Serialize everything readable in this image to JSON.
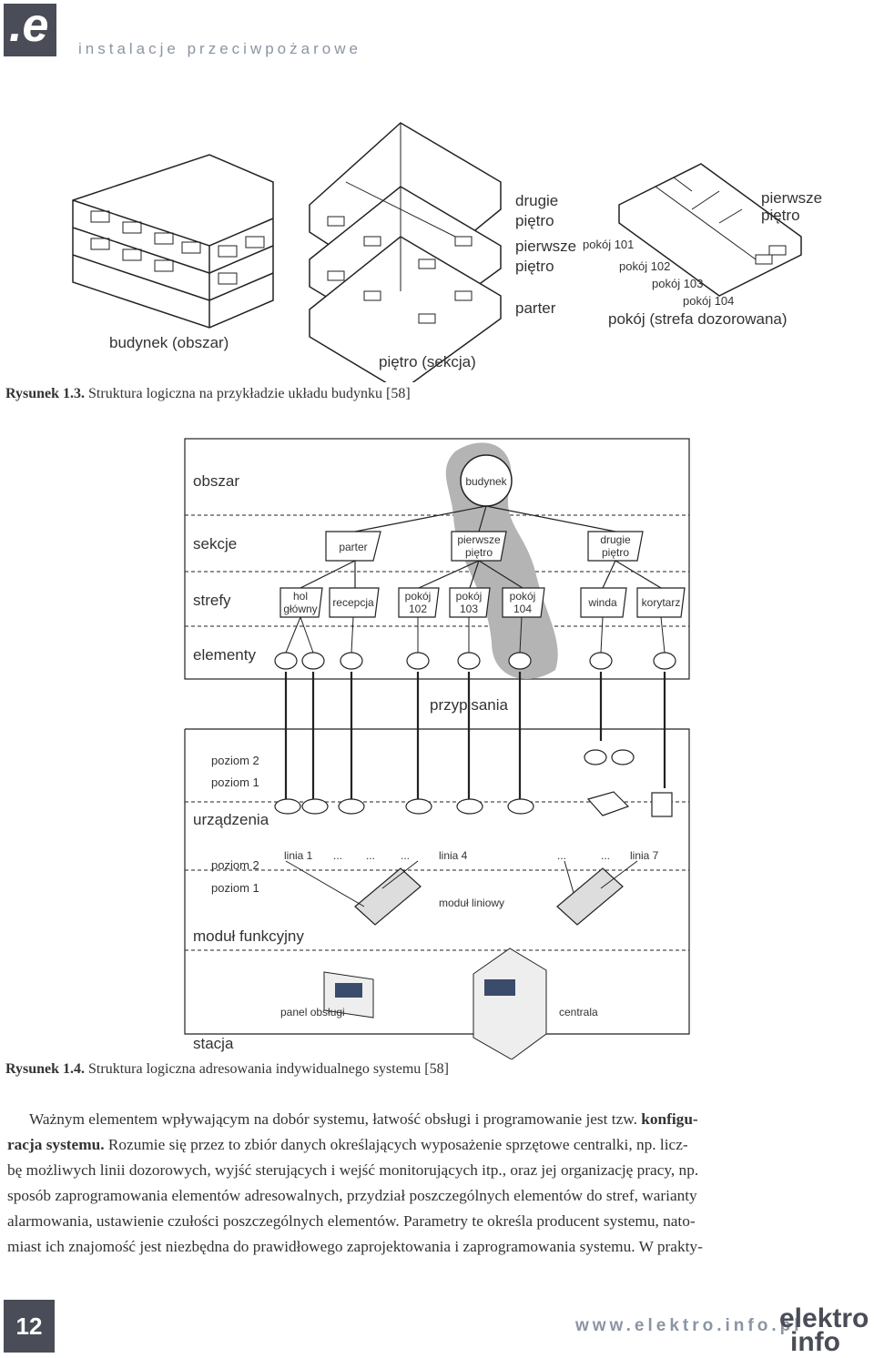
{
  "header": {
    "logo_letter": ".e",
    "title": "instalacje przeciwpożarowe"
  },
  "figure13": {
    "labels": {
      "budynek": "budynek (obszar)",
      "pietro": "piętro (sekcja)",
      "drugie": [
        "drugie",
        "piętro"
      ],
      "pierwsze": [
        "pierwsze",
        "piętro"
      ],
      "parter": "parter",
      "pierwsze_r": [
        "pierwsze",
        "piętro"
      ],
      "pokoj101": "pokój 101",
      "pokoj102": "pokój 102",
      "pokoj103": "pokój 103",
      "pokoj104": "pokój 104",
      "strefa": "pokój (strefa dozorowana)"
    },
    "caption_prefix": "Rysunek 1.3.",
    "caption_text": "Struktura logiczna na przykładzie układu budynku [58]"
  },
  "figure14": {
    "rows": {
      "obszar": "obszar",
      "sekcje": "sekcje",
      "strefy": "strefy",
      "elementy": "elementy",
      "przypisania": "przypisania",
      "urzadzenia_poziom2": "poziom 2",
      "urzadzenia_poziom1": "poziom 1",
      "urzadzenia": "urządzenia",
      "modul_poziom2": "poziom 2",
      "modul_poziom1": "poziom 1",
      "modul": "moduł funkcyjny",
      "stacja": "stacja"
    },
    "nodes": {
      "budynek": "budynek",
      "parter": "parter",
      "pierwsze": [
        "pierwsze",
        "piętro"
      ],
      "drugie": [
        "drugie",
        "piętro"
      ],
      "hol": [
        "hol",
        "główny"
      ],
      "recepcja": "recepcja",
      "p102": [
        "pokój",
        "102"
      ],
      "p103": [
        "pokój",
        "103"
      ],
      "p104": [
        "pokój",
        "104"
      ],
      "winda": "winda",
      "korytarz": "korytarz"
    },
    "lines": {
      "linia1": "linia 1",
      "linia4": "linia 4",
      "linia7": "linia 7",
      "dots": "...",
      "modul_liniowy": "moduł liniowy",
      "panel": "panel obsługi",
      "centrala": "centrala"
    },
    "caption_prefix": "Rysunek 1.4.",
    "caption_text": "Struktura logiczna adresowania indywidualnego systemu [58]"
  },
  "body": {
    "p1a": "Ważnym elementem wpływającym na dobór systemu, łatwość obsługi i programowanie jest tzw.",
    "p1b": "konfigu-",
    "p1c": "racja systemu.",
    "p1d": "Rozumie się przez to zbiór danych określających wyposażenie sprzętowe centralki, np. licz-",
    "p2": "bę możliwych linii dozorowych, wyjść sterujących i wejść monitorujących itp., oraz jej organizację pracy, np.",
    "p3": "sposób zaprogramowania elementów adresowalnych, przydział poszczególnych elementów do stref, warianty",
    "p4": "alarmowania, ustawienie czułości poszczególnych elementów. Parametry te określa producent systemu, nato-",
    "p5": "miast ich znajomość jest niezbędna do prawidłowego zaprojektowania i zaprogramowania systemu. W prakty-"
  },
  "footer": {
    "page_number": "12",
    "url": "www.elektro.info.pl",
    "logo_top": "elektro",
    "logo_bottom": "info"
  },
  "colors": {
    "accent": "#8b95a3",
    "dark": "#4a4d57",
    "highlight": "#b4b4b4"
  }
}
